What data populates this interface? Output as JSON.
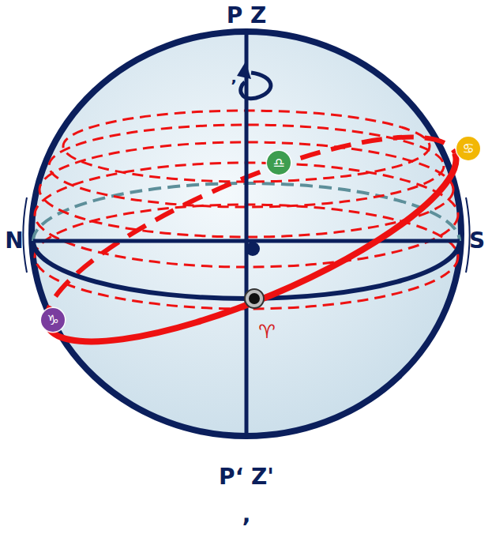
{
  "diagram": {
    "nodes": [
      {
        "text": [
          "♋"
        ]
      },
      {
        "text": [
          "♎"
        ]
      },
      {
        "text": [
          "♑"
        ]
      }
    ],
    "labels": [
      "P Z",
      "’",
      "N",
      "S",
      "♈",
      "P‘ Z'",
      ","
    ]
  }
}
